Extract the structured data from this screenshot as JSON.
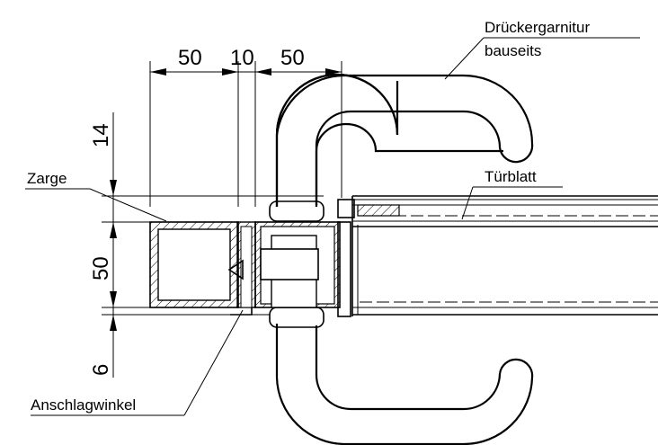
{
  "dimensions": {
    "top": [
      "50",
      "10",
      "50"
    ],
    "left": [
      "14",
      "50",
      "6"
    ]
  },
  "labels": {
    "handle_line1": "Drückergarnitur",
    "handle_line2": "bauseits",
    "door_leaf": "Türblatt",
    "frame": "Zarge",
    "stop_angle": "Anschlagwinkel"
  }
}
